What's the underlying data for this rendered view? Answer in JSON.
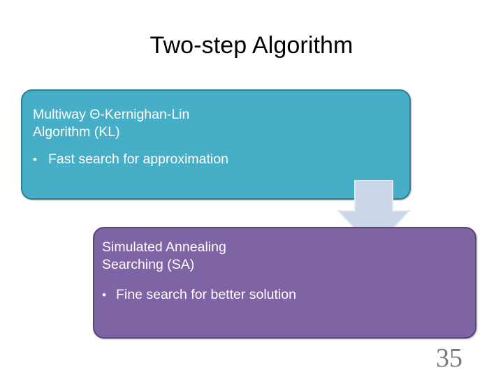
{
  "slide": {
    "title": "Two-step Algorithm",
    "page_number": "35",
    "background_color": "#FFFFFF"
  },
  "steps": [
    {
      "id": "kl",
      "heading_line_1": "Multiway Θ-Kernighan-Lin",
      "heading_line_2": "Algorithm (KL)",
      "bullet_marker": "•",
      "bullet_text": "Fast search for approximation",
      "fill_color": "#47AEC8",
      "border_color": "#2E7F92",
      "text_color": "#FFFFFF"
    },
    {
      "id": "sa",
      "heading_line_1": "Simulated Annealing",
      "heading_line_2": "Searching (SA)",
      "bullet_marker": "•",
      "bullet_text": "Fine search for better solution",
      "fill_color": "#7E63A5",
      "border_color": "#5A4576",
      "text_color": "#FFFFFF"
    }
  ],
  "connector": {
    "icon": "down-arrow-icon",
    "fill_color": "#CBD7E8",
    "outline_color": "#E4EAF4"
  }
}
